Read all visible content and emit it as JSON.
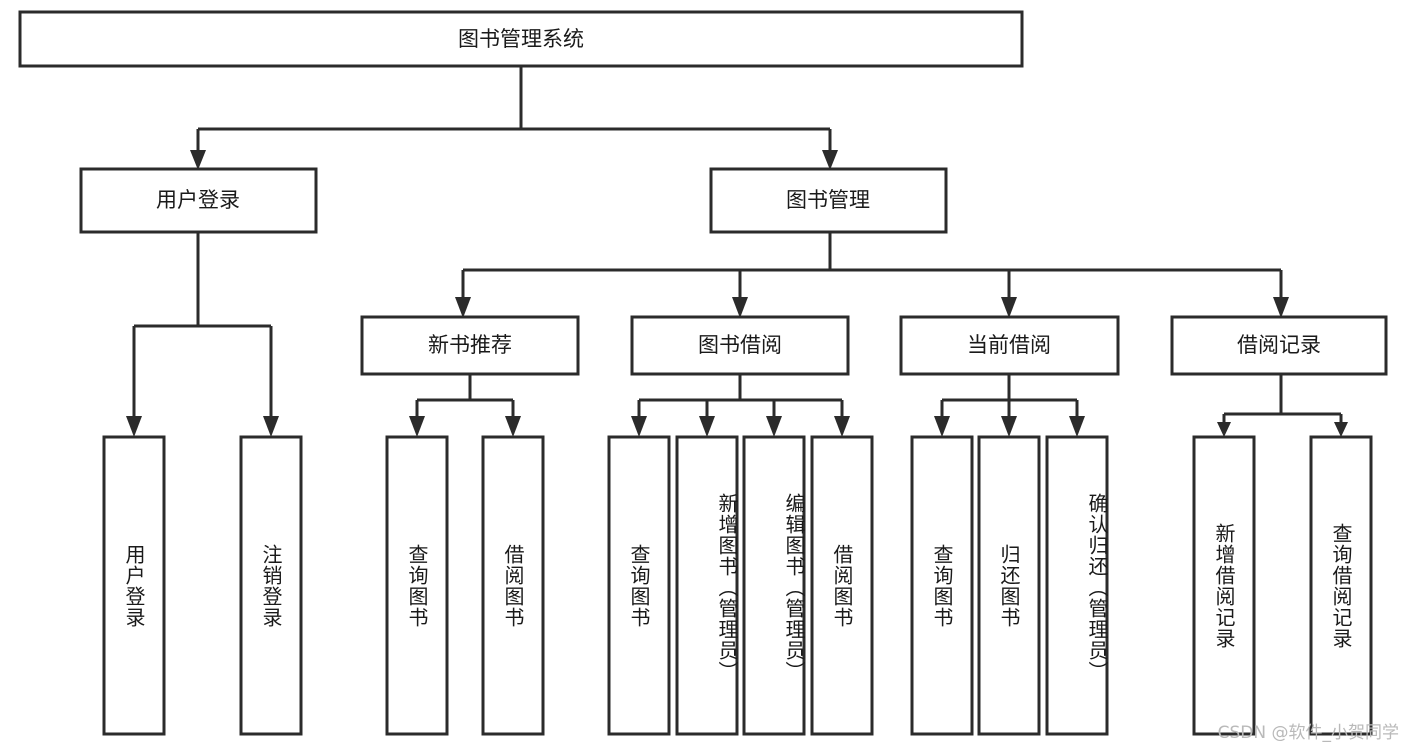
{
  "diagram": {
    "title": "图书管理系统",
    "type": "tree",
    "root": {
      "label": "图书管理系统"
    },
    "level1": [
      {
        "label": "用户登录"
      },
      {
        "label": "图书管理"
      }
    ],
    "level2": [
      {
        "label": "新书推荐",
        "parent": "图书管理"
      },
      {
        "label": "图书借阅",
        "parent": "图书管理"
      },
      {
        "label": "当前借阅",
        "parent": "图书管理"
      },
      {
        "label": "借阅记录",
        "parent": "图书管理"
      }
    ],
    "leaves": {
      "user_login": [
        {
          "label": "用户登录"
        },
        {
          "label": "注销登录"
        }
      ],
      "new_book_recommend": [
        {
          "label": "查询图书"
        },
        {
          "label": "借阅图书"
        }
      ],
      "book_borrow": [
        {
          "label": "查询图书"
        },
        {
          "label": "新增图书（管理员）"
        },
        {
          "label": "编辑图书（管理员）"
        },
        {
          "label": "借阅图书"
        }
      ],
      "current_borrow": [
        {
          "label": "查询图书"
        },
        {
          "label": "归还图书"
        },
        {
          "label": "确认归还（管理员）"
        }
      ],
      "borrow_record": [
        {
          "label": "新增借阅记录"
        },
        {
          "label": "查询借阅记录"
        }
      ]
    }
  },
  "watermark": {
    "text": "CSDN @软件_小贺同学"
  },
  "colors": {
    "stroke": "#2b2b2b",
    "fill": "#ffffff",
    "text": "#1a1a1a",
    "watermark": "#b9b9b9"
  }
}
